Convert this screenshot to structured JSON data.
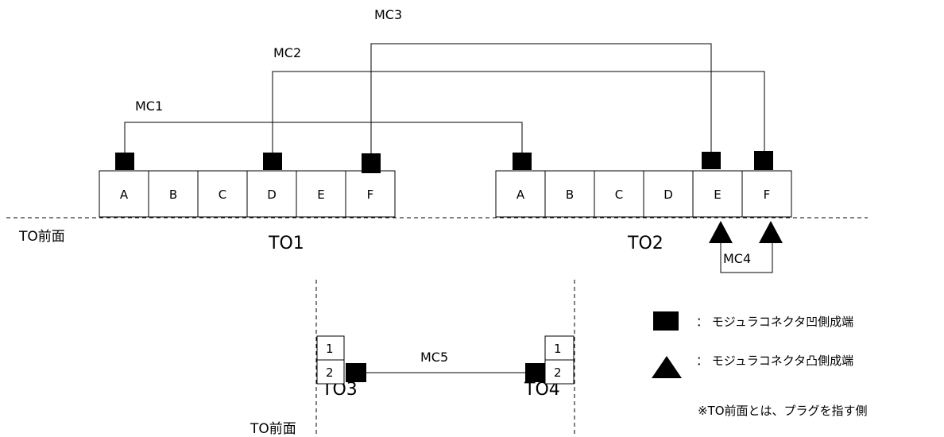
{
  "to1": {
    "name": "TO1",
    "ports": [
      "A",
      "B",
      "C",
      "D",
      "E",
      "F"
    ]
  },
  "to2": {
    "name": "TO2",
    "ports": [
      "A",
      "B",
      "C",
      "D",
      "E",
      "F"
    ]
  },
  "to3": {
    "name": "TO3",
    "ports": [
      "1",
      "2"
    ]
  },
  "to4": {
    "name": "TO4",
    "ports": [
      "1",
      "2"
    ]
  },
  "front_label": "TO前面",
  "connections": {
    "mc1": "MC1",
    "mc2": "MC2",
    "mc3": "MC3",
    "mc4": "MC4",
    "mc5": "MC5"
  },
  "legend": {
    "square_text": "： モジュラコネクタ凹側成端",
    "triangle_text": "： モジュラコネクタ凸側成端",
    "note": "※TO前面とは、プラグを指す側"
  }
}
